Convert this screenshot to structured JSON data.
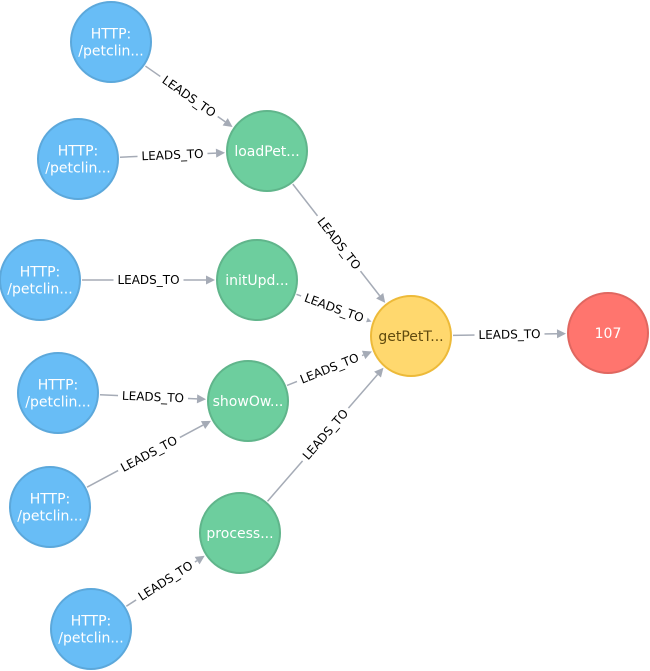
{
  "graph": {
    "nodes": [
      {
        "id": "h1",
        "lines": [
          "HTTP:",
          "/petclin..."
        ],
        "kind": "http"
      },
      {
        "id": "h2",
        "lines": [
          "HTTP:",
          "/petclin..."
        ],
        "kind": "http"
      },
      {
        "id": "h3",
        "lines": [
          "HTTP:",
          "/petclin..."
        ],
        "kind": "http"
      },
      {
        "id": "h4",
        "lines": [
          "HTTP:",
          "/petclin..."
        ],
        "kind": "http"
      },
      {
        "id": "h5",
        "lines": [
          "HTTP:",
          "/petclin..."
        ],
        "kind": "http"
      },
      {
        "id": "h6",
        "lines": [
          "HTTP:",
          "/petclin..."
        ],
        "kind": "http"
      },
      {
        "id": "m_load",
        "lines": [
          "loadPet..."
        ],
        "kind": "method"
      },
      {
        "id": "m_init",
        "lines": [
          "initUpd..."
        ],
        "kind": "method"
      },
      {
        "id": "m_show",
        "lines": [
          "showOw..."
        ],
        "kind": "method"
      },
      {
        "id": "m_proc",
        "lines": [
          "process..."
        ],
        "kind": "method"
      },
      {
        "id": "m_get",
        "lines": [
          "getPetT..."
        ],
        "kind": "target"
      },
      {
        "id": "n107",
        "lines": [
          "107"
        ],
        "kind": "count"
      }
    ],
    "edges": [
      {
        "from": "h1",
        "to": "m_load",
        "label": "LEADS_TO"
      },
      {
        "from": "h2",
        "to": "m_load",
        "label": "LEADS_TO"
      },
      {
        "from": "h3",
        "to": "m_init",
        "label": "LEADS_TO"
      },
      {
        "from": "h4",
        "to": "m_show",
        "label": "LEADS_TO"
      },
      {
        "from": "h5",
        "to": "m_show",
        "label": "LEADS_TO"
      },
      {
        "from": "h6",
        "to": "m_proc",
        "label": "LEADS_TO"
      },
      {
        "from": "m_load",
        "to": "m_get",
        "label": "LEADS_TO"
      },
      {
        "from": "m_init",
        "to": "m_get",
        "label": "LEADS_TO"
      },
      {
        "from": "m_show",
        "to": "m_get",
        "label": "LEADS_TO"
      },
      {
        "from": "m_proc",
        "to": "m_get",
        "label": "LEADS_TO"
      },
      {
        "from": "m_get",
        "to": "n107",
        "label": "LEADS_TO"
      }
    ],
    "colors": {
      "http": {
        "fill": "#68bdf6",
        "stroke": "#5ca8db"
      },
      "method": {
        "fill": "#6dce9e",
        "stroke": "#60b58b"
      },
      "target": {
        "fill": "#ffd86e",
        "stroke": "#edba39"
      },
      "count": {
        "fill": "#ff756e",
        "stroke": "#e06760"
      },
      "edge": "#a5abb6"
    }
  }
}
